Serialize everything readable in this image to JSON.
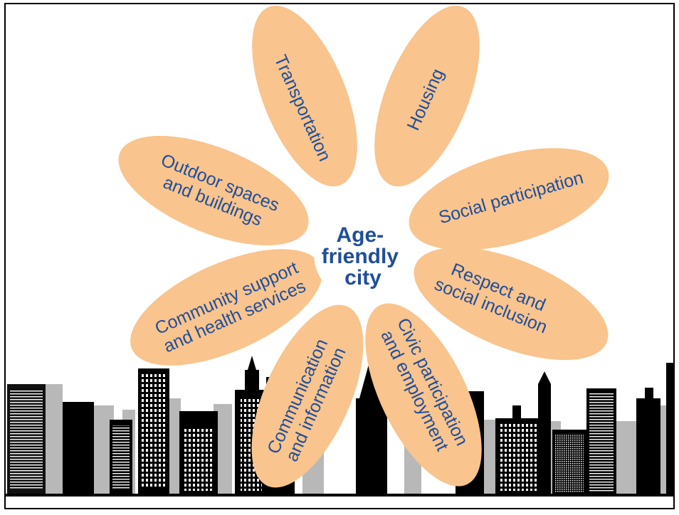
{
  "diagram": {
    "center": {
      "lines": [
        "Age-",
        "friendly",
        "city"
      ]
    },
    "petals": [
      {
        "id": "transportation",
        "lines": [
          "Transportation"
        ]
      },
      {
        "id": "housing",
        "lines": [
          "Housing"
        ]
      },
      {
        "id": "social-participation",
        "lines": [
          "Social participation"
        ]
      },
      {
        "id": "respect-social-inclusion",
        "lines": [
          "Respect and",
          "social inclusion"
        ]
      },
      {
        "id": "civic-participation-employment",
        "lines": [
          "Civic participation",
          "and employment"
        ]
      },
      {
        "id": "communication-information",
        "lines": [
          "Communication",
          "and information"
        ]
      },
      {
        "id": "community-support-health",
        "lines": [
          "Community support",
          "and health services"
        ]
      },
      {
        "id": "outdoor-spaces-buildings",
        "lines": [
          "Outdoor spaces",
          "and buildings"
        ]
      }
    ],
    "colors": {
      "petal": "#f9c48d",
      "text": "#1f4e9a",
      "center": "#ffffff",
      "buildings_dark": "#000000",
      "buildings_light": "#b3b3b3"
    }
  }
}
